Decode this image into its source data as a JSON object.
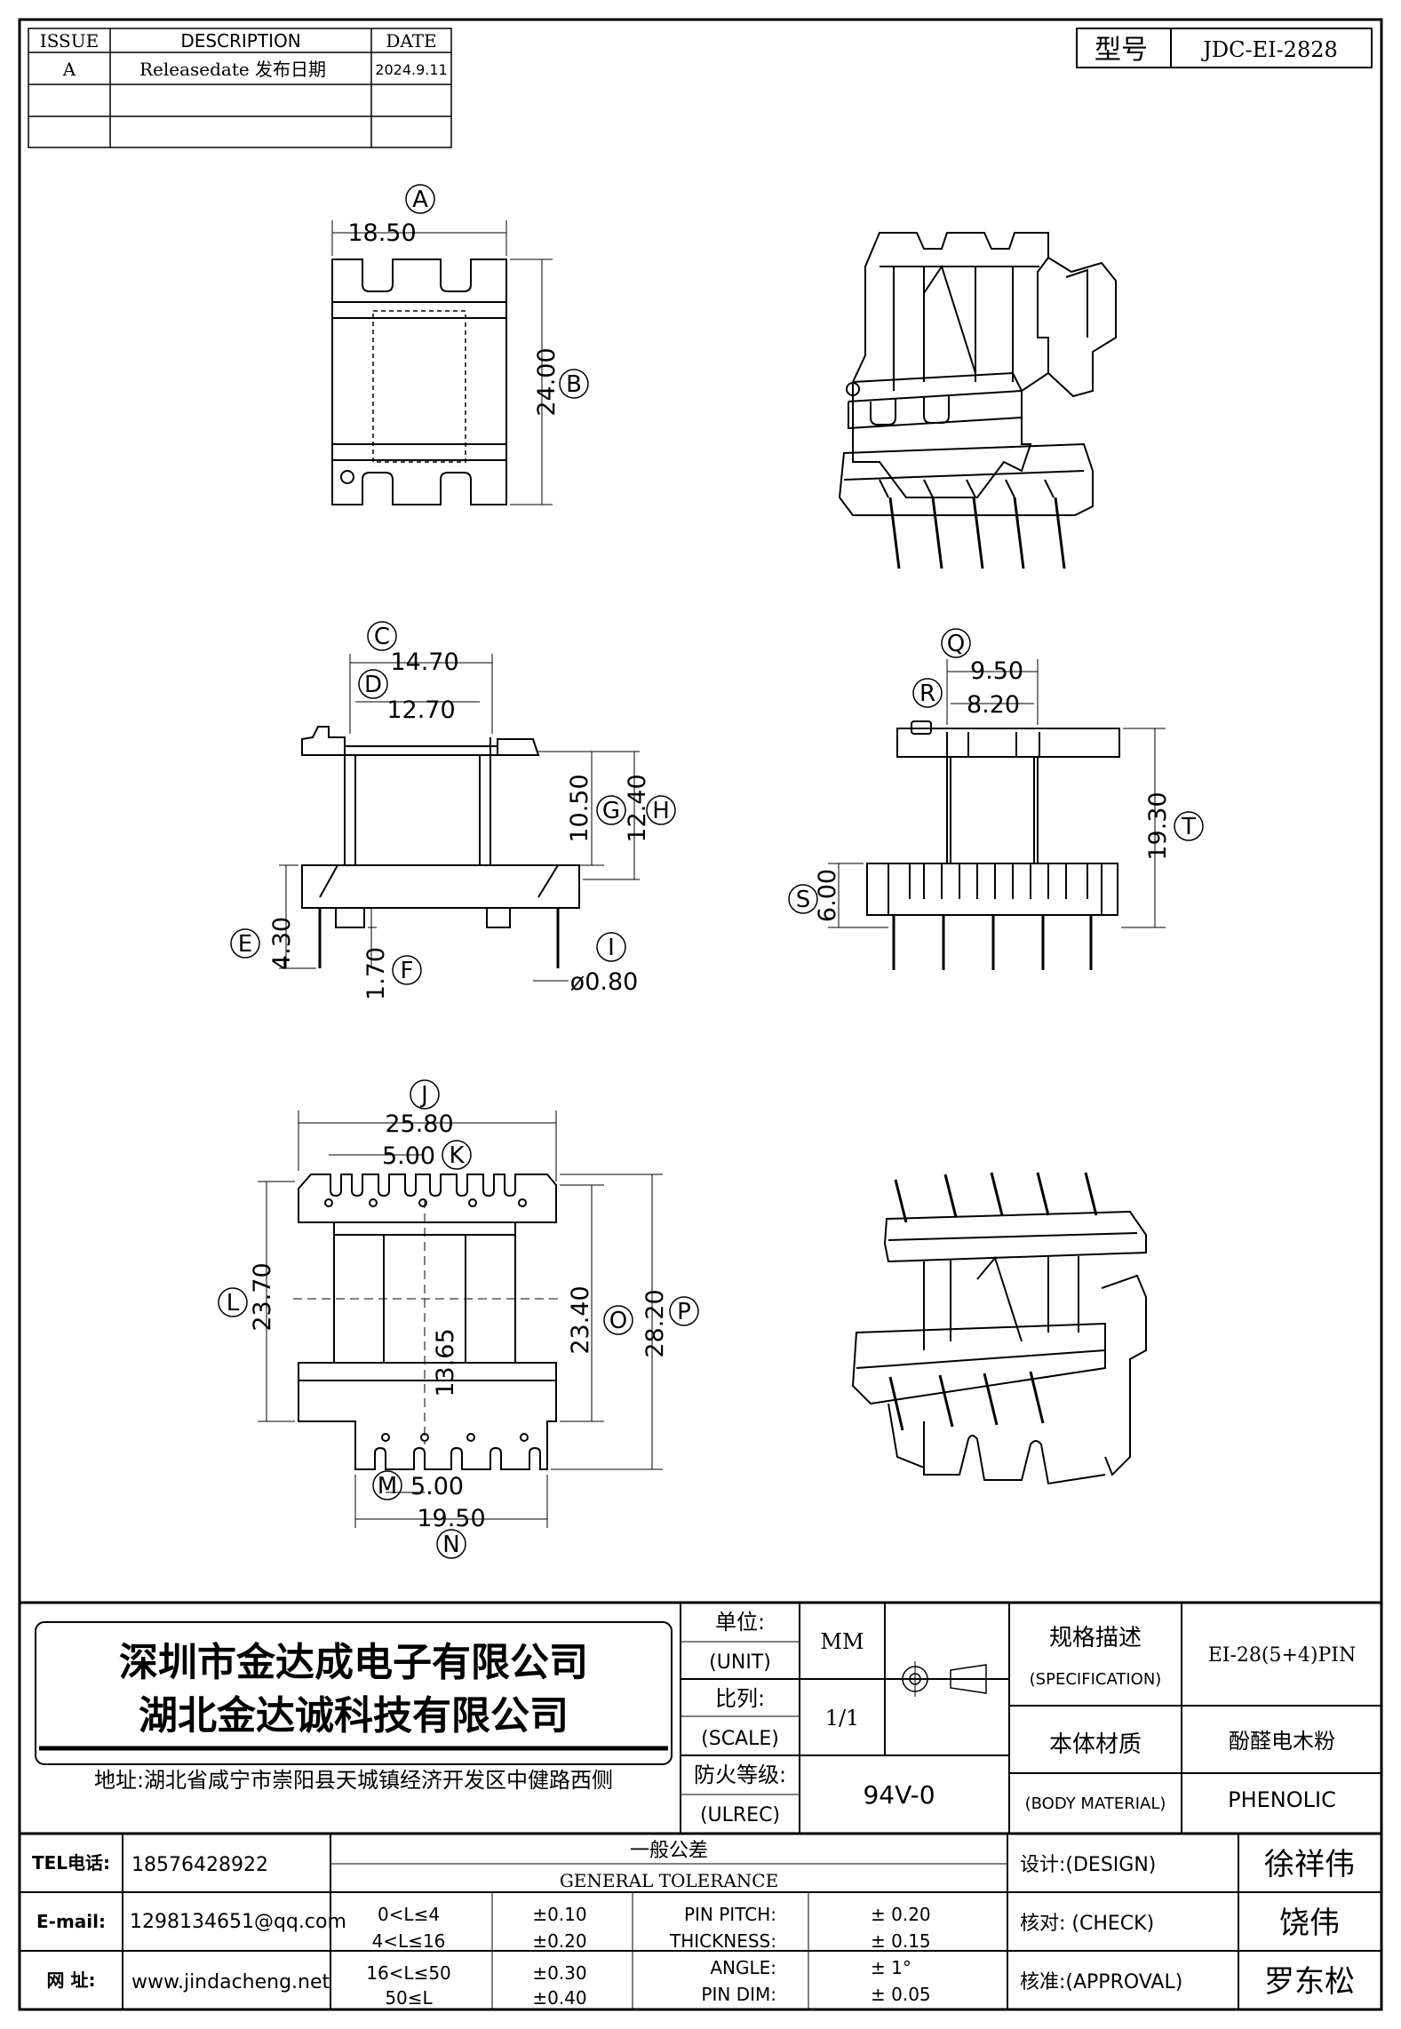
{
  "revision_table": {
    "headers": [
      "ISSUE",
      "DESCRIPTION",
      "DATE"
    ],
    "rows": [
      [
        "A",
        "Releasedate 发布日期",
        "2024.9.11"
      ],
      [
        "",
        "",
        ""
      ],
      [
        "",
        "",
        ""
      ]
    ]
  },
  "model": {
    "label": "型号",
    "value": "JDC-EI-2828"
  },
  "views": {
    "top": {
      "A": {
        "letter": "A",
        "value": "18.50"
      },
      "B": {
        "letter": "B",
        "value": "24.00"
      }
    },
    "front": {
      "C": {
        "letter": "C",
        "value": "14.70"
      },
      "D": {
        "letter": "D",
        "value": "12.70"
      },
      "G": {
        "letter": "G",
        "value": "10.50"
      },
      "H": {
        "letter": "H",
        "value": "12.40"
      },
      "E": {
        "letter": "E",
        "value": "4.30"
      },
      "F": {
        "letter": "F",
        "value": "1.70"
      },
      "I": {
        "letter": "I",
        "value": "ø0.80"
      }
    },
    "side": {
      "Q": {
        "letter": "Q",
        "value": "9.50"
      },
      "R": {
        "letter": "R",
        "value": "8.20"
      },
      "T": {
        "letter": "T",
        "value": "19.30"
      },
      "S": {
        "letter": "S",
        "value": "6.00"
      }
    },
    "bottom": {
      "J": {
        "letter": "J",
        "value": "25.80"
      },
      "K": {
        "letter": "K",
        "value": "5.00"
      },
      "L": {
        "letter": "L",
        "value": "23.70"
      },
      "O": {
        "letter": "O",
        "value": "23.40"
      },
      "P": {
        "letter": "P",
        "value": "28.20"
      },
      "center": {
        "value": "13.65"
      },
      "M": {
        "letter": "M",
        "value": "5.00"
      },
      "N": {
        "letter": "N",
        "value": "19.50"
      }
    }
  },
  "title_block": {
    "company_1": "深圳市金达成电子有限公司",
    "company_2": "湖北金达诚科技有限公司",
    "address": "地址:湖北省咸宁市崇阳县天城镇经济开发区中健路西侧",
    "unit_cn": "单位:",
    "unit_en": "(UNIT)",
    "unit_value": "MM",
    "scale_cn": "比列:",
    "scale_en": "(SCALE)",
    "scale_value": "1/1",
    "ul_cn": "防火等级:",
    "ul_en": "(ULREC)",
    "ul_value": "94V-0",
    "spec_cn": "规格描述",
    "spec_en": "(SPECIFICATION)",
    "spec_value": "EI-28(5+4)PIN",
    "material_cn": "本体材质",
    "material_en": "(BODY MATERIAL)",
    "material_value_cn": "酚醛电木粉",
    "material_value_en": "PHENOLIC",
    "tel_label": "TEL电话:",
    "tel": "18576428922",
    "email_label": "E-mail:",
    "email": "1298134651@qq.com",
    "web_label": "网  址:",
    "web": "www.jindacheng.net",
    "tolerance_cn": "一般公差",
    "tolerance_en": "GENERAL TOLERANCE",
    "tolerance_rows": [
      {
        "range": "0<L≤4",
        "tol": "±0.10",
        "item": "PIN PITCH:",
        "item_tol": "± 0.20"
      },
      {
        "range": "4<L≤16",
        "tol": "±0.20",
        "item": "THICKNESS:",
        "item_tol": "± 0.15"
      },
      {
        "range": "16<L≤50",
        "tol": "±0.30",
        "item": "ANGLE:",
        "item_tol": "± 1°"
      },
      {
        "range": "50≤L",
        "tol": "±0.40",
        "item": "PIN DIM:",
        "item_tol": "± 0.05"
      }
    ],
    "design_label": "设计:(DESIGN)",
    "design_name": "徐祥伟",
    "check_label": "核对: (CHECK)",
    "check_name": "饶伟",
    "approval_label": "核准:(APPROVAL)",
    "approval_name": "罗东松"
  }
}
